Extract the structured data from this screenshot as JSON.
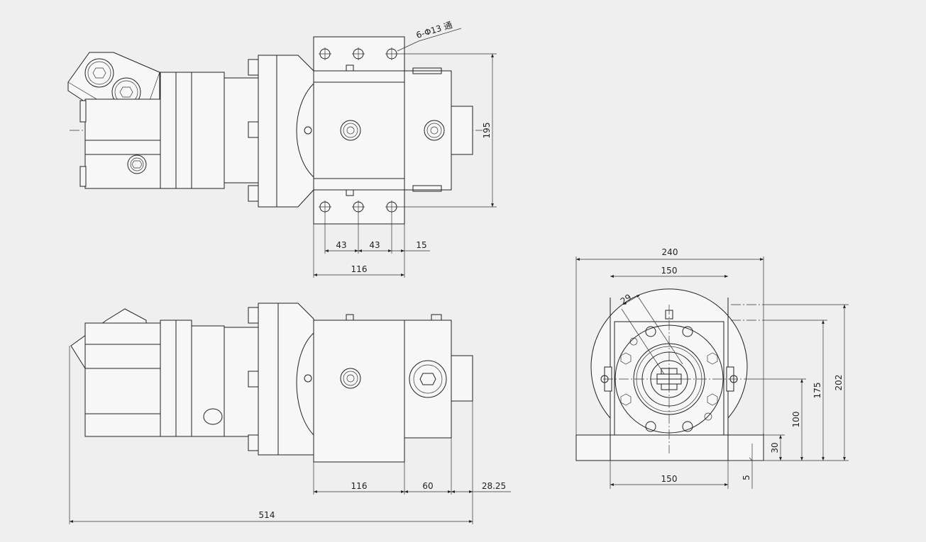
{
  "labels": {
    "hole_note": "6-Φ13 通",
    "top_195": "195",
    "top_43a": "43",
    "top_43b": "43",
    "top_15": "15",
    "top_116": "116",
    "front_116": "116",
    "front_60": "60",
    "front_2825": "28.25",
    "front_514": "514",
    "side_240": "240",
    "side_150_top": "150",
    "side_29": "29",
    "side_175": "175",
    "side_202": "202",
    "side_100": "100",
    "side_30": "30",
    "side_5": "5",
    "side_150_bottom": "150"
  }
}
